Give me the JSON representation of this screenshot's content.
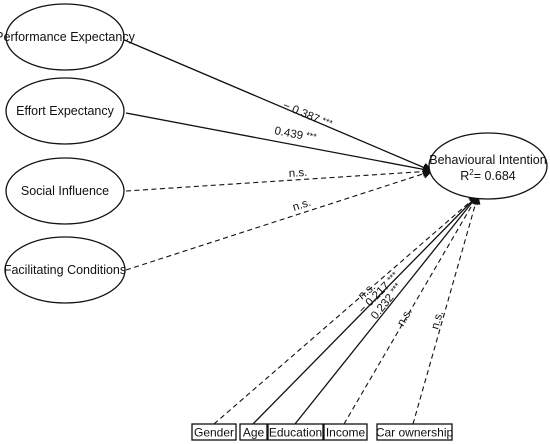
{
  "predictors": [
    {
      "label": "Performance Expectancy"
    },
    {
      "label": "Effort Expectancy"
    },
    {
      "label": "Social Influence"
    },
    {
      "label": "Facilitating Conditions"
    }
  ],
  "outcome": {
    "label": "Behavioural Intention",
    "r2_prefix": "R",
    "r2_sup": "2",
    "r2_value": "= 0.684"
  },
  "predictor_paths": [
    {
      "coef": "− 0.387",
      "stars": "***",
      "significant": true
    },
    {
      "coef": "0.439",
      "stars": "***",
      "significant": true
    },
    {
      "coef": "n.s.",
      "stars": "",
      "significant": false
    },
    {
      "coef": "n.s.",
      "stars": "",
      "significant": false
    }
  ],
  "controls": [
    {
      "label": "Gender",
      "coef": "n.s.",
      "stars": "",
      "significant": false
    },
    {
      "label": "Age",
      "coef": "− 0.217",
      "stars": "***",
      "significant": true
    },
    {
      "label": "Education",
      "coef": "0.232",
      "stars": "***",
      "significant": true
    },
    {
      "label": "Income",
      "coef": "n.s.",
      "stars": "",
      "significant": false
    },
    {
      "label": "Car ownership",
      "coef": "n.s.",
      "stars": "",
      "significant": false
    }
  ],
  "colors": {
    "stroke": "#111111",
    "background": "#ffffff"
  }
}
